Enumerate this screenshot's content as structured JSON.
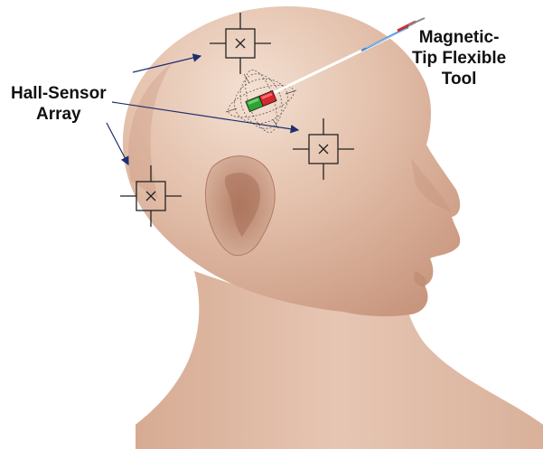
{
  "labels": {
    "hall_sensor": [
      "Hall-Sensor",
      "Array"
    ],
    "tool": [
      "Magnetic-",
      "Tip Flexible",
      "Tool"
    ]
  },
  "colors": {
    "skin_light": "#edd2c1",
    "skin_mid": "#dcb39d",
    "skin_shadow": "#c99a83",
    "arrow": "#1c2f6e",
    "tool_shaft": "#ffffff",
    "tool_tip_blue": "#3d86d8",
    "magnet_red": "#d8262a",
    "magnet_green": "#2ea334",
    "field_lines": "#333333"
  },
  "icons": [
    "hall-sensor-icon",
    "magnet-icon",
    "tool-icon"
  ]
}
